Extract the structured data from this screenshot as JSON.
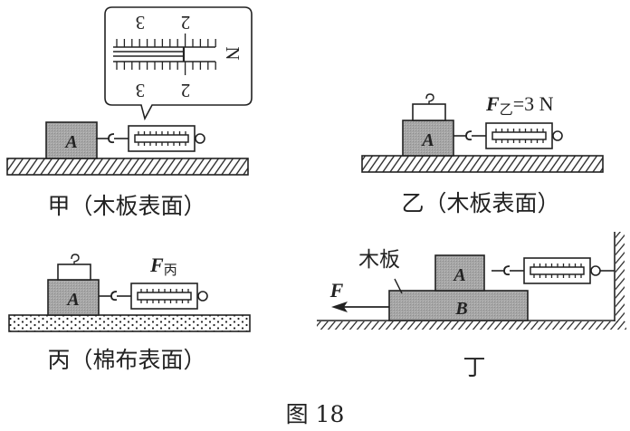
{
  "figure_caption": "图 18",
  "colors": {
    "line": "#222222",
    "block_fill": "#a8a8a8",
    "background": "#ffffff"
  },
  "panels": {
    "jia": {
      "caption": "甲（木板表面）",
      "block_label": "A",
      "surface": "wood-hatched",
      "gauge_zoom": {
        "unit": "N",
        "major_labels_top": [
          "3",
          "2"
        ],
        "major_labels_bottom": [
          "3",
          "2"
        ]
      }
    },
    "yi": {
      "caption": "乙（木板表面）",
      "block_label": "A",
      "surface": "wood-hatched",
      "force_label_main": "F",
      "force_label_sub": "乙",
      "force_value": "=3 N"
    },
    "bing": {
      "caption": "丙（棉布表面）",
      "block_label": "A",
      "surface": "cotton-dotted",
      "force_label_main": "F",
      "force_label_sub": "丙"
    },
    "ding": {
      "caption": "丁",
      "block_a_label": "A",
      "block_b_label": "B",
      "board_label": "木板",
      "pull_force_label": "F"
    }
  }
}
